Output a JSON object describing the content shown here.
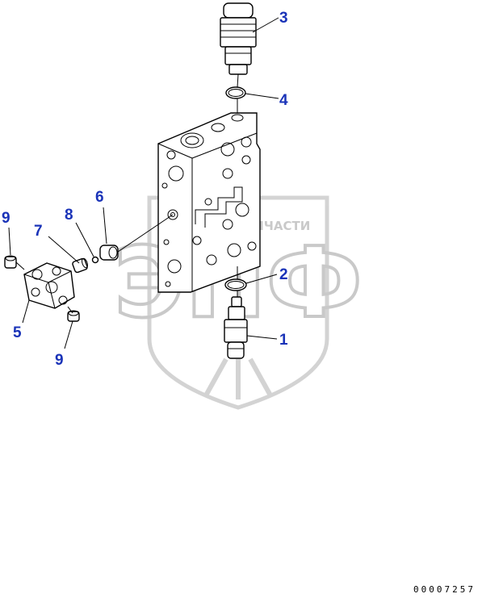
{
  "watermark": {
    "brand_line": "ТЕХНИКА  ЗАПЧАСТИ",
    "logo_letters": "ЭПФ"
  },
  "callouts": [
    {
      "id": "c1",
      "label": "1"
    },
    {
      "id": "c2",
      "label": "2"
    },
    {
      "id": "c3",
      "label": "3"
    },
    {
      "id": "c4",
      "label": "4"
    },
    {
      "id": "c5",
      "label": "5"
    },
    {
      "id": "c6",
      "label": "6"
    },
    {
      "id": "c7",
      "label": "7"
    },
    {
      "id": "c8",
      "label": "8"
    },
    {
      "id": "c9a",
      "label": "9"
    },
    {
      "id": "c9b",
      "label": "9"
    }
  ],
  "document_number": "00007257",
  "colors": {
    "callout": "#1a33b8",
    "watermark": "#c4c4c4"
  }
}
